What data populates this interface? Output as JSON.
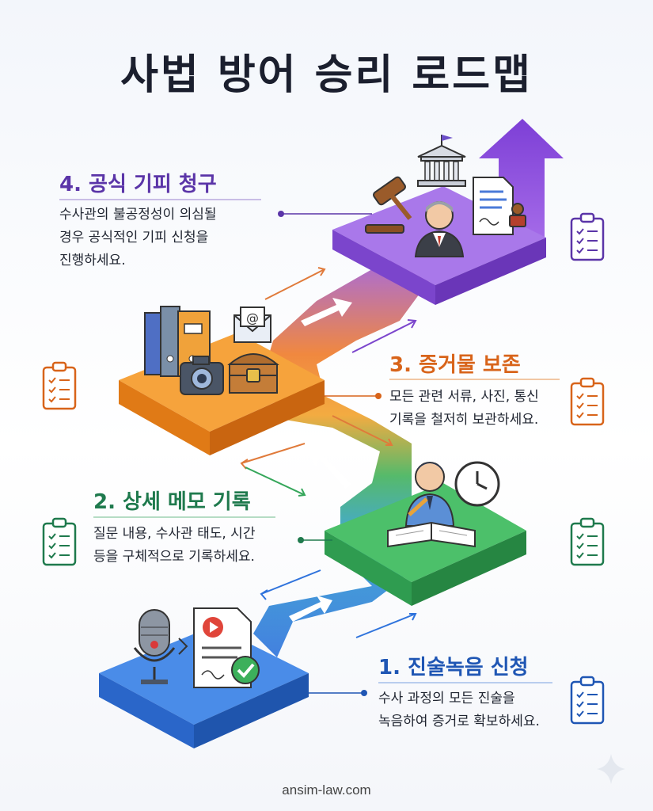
{
  "title": "사법 방어 승리 로드맵",
  "steps": [
    {
      "title": "1. 진술녹음 신청",
      "desc_line1": "수사 과정의 모든 진술을",
      "desc_line2": "녹음하여 증거로 확보하세요.",
      "color": "#1f56b4"
    },
    {
      "title": "2. 상세 메모 기록",
      "desc_line1": "질문 내용, 수사관 태도, 시간",
      "desc_line2": "등을 구체적으로 기록하세요.",
      "color": "#1f7a4d"
    },
    {
      "title": "3. 증거물 보존",
      "desc_line1": "모든 관련 서류, 사진, 통신",
      "desc_line2": "기록을 철저히 보관하세요.",
      "color": "#d8641a"
    },
    {
      "title": "4. 공식 기피 청구",
      "desc_line1": "수사관의 불공정성이 의심될",
      "desc_line2": "경우 공식적인 기피 신청을",
      "desc_line3": "진행하세요.",
      "color": "#5b35a8"
    }
  ],
  "icons": {
    "step1": [
      "microphone-icon",
      "document-play-icon",
      "check-badge-icon"
    ],
    "step2": [
      "person-writing-icon",
      "clock-icon",
      "notebook-icon"
    ],
    "step3": [
      "binders-icon",
      "email-icon",
      "camera-icon",
      "lock-chest-icon"
    ],
    "step4": [
      "courthouse-icon",
      "gavel-icon",
      "judge-icon",
      "stamped-document-icon",
      "up-arrow-icon"
    ],
    "side": "clipboard-checklist-icon"
  },
  "colors": {
    "blue": "#2f73dc",
    "green": "#35a65a",
    "orange": "#f08a24",
    "purple": "#8a55dd"
  },
  "footer": "ansim-law.com"
}
